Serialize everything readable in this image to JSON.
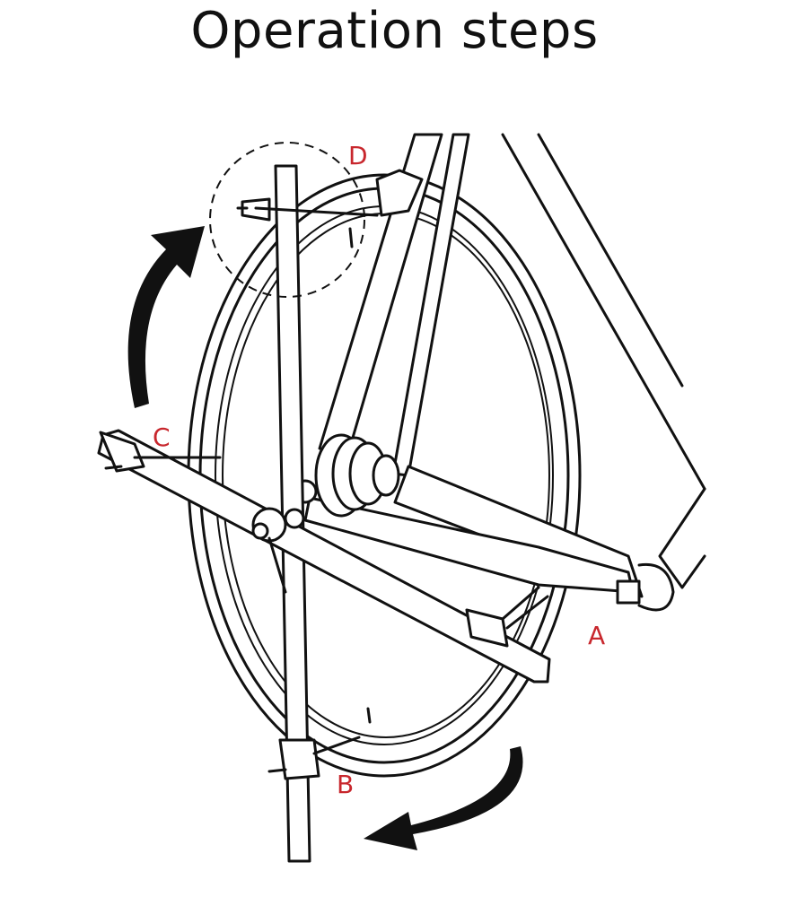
{
  "title": "Operation steps",
  "labels": {
    "a": "A",
    "b": "B",
    "c": "C",
    "d": "D"
  },
  "colors": {
    "label": "#c8272d",
    "line": "#111111",
    "arrow": "#111111"
  }
}
